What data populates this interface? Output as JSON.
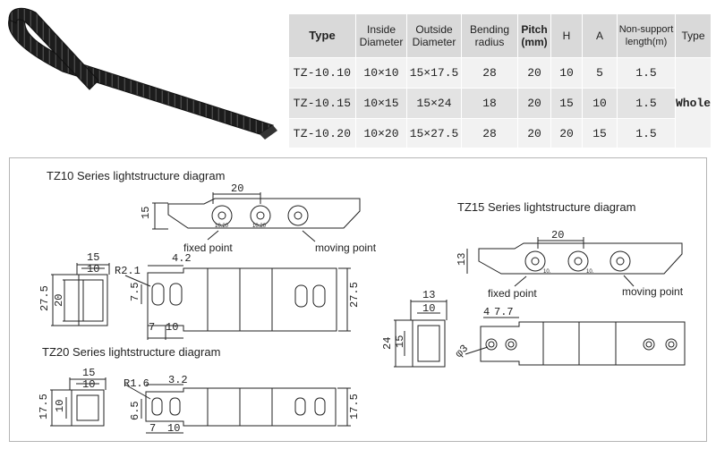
{
  "table": {
    "headers": [
      "Type",
      "Inside Diameter",
      "Outside Diameter",
      "Bending radius",
      "Pitch (mm)",
      "H",
      "A",
      "Non-support length(m)",
      "Type"
    ],
    "rows": [
      [
        "TZ-10.10",
        "10×10",
        "15×17.5",
        "28",
        "20",
        "10",
        "5",
        "1.5"
      ],
      [
        "TZ-10.15",
        "10×15",
        "15×24",
        "18",
        "20",
        "15",
        "10",
        "1.5"
      ],
      [
        "TZ-10.20",
        "10×20",
        "15×27.5",
        "28",
        "20",
        "20",
        "15",
        "1.5"
      ]
    ],
    "merged_type": "Whole"
  },
  "diagrams": {
    "tz10": {
      "title": "TZ10 Series lightstructure diagram",
      "fixed": "fixed point",
      "moving": "moving point",
      "dims": {
        "pitch": "20",
        "h15": "15",
        "w15": "15",
        "w10": "10",
        "h275": "27.5",
        "h20": "20",
        "r": "R2.1",
        "d42": "4.2",
        "d75": "7.5",
        "d7": "7",
        "d10": "10",
        "h275r": "27.5"
      },
      "marks": [
        "10.20",
        "10.20"
      ]
    },
    "tz15": {
      "title": "TZ15 Series lightstructure diagram",
      "fixed": "fixed point",
      "moving": "moving point",
      "dims": {
        "pitch": "20",
        "h13": "13",
        "w13": "13",
        "w10": "10",
        "h24": "24",
        "h15": "15",
        "d4": "4",
        "d77": "7.7",
        "phi": "φ3"
      },
      "marks": [
        "10.",
        "10."
      ]
    },
    "tz20": {
      "title": "TZ20 Series lightstructure diagram",
      "dims": {
        "w15": "15",
        "w10": "10",
        "h175": "17.5",
        "h10": "10",
        "r": "R1.6",
        "d32": "3.2",
        "d65": "6.5",
        "d7": "7",
        "d10": "10",
        "h175r": "17.5"
      }
    }
  }
}
